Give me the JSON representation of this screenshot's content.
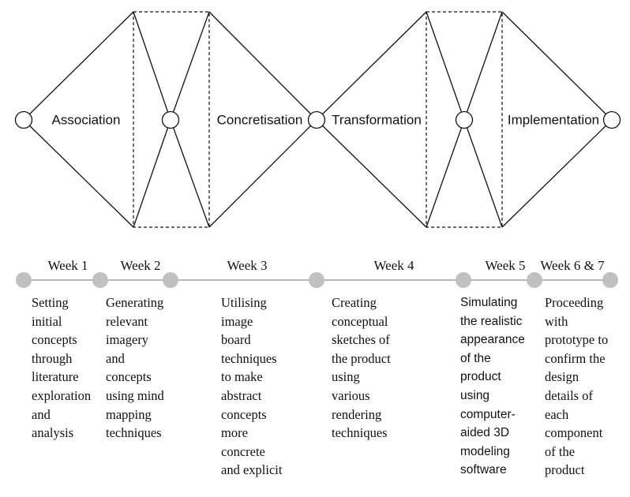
{
  "phases": {
    "association": "Association",
    "concretisation": "Concretisation",
    "transformation": "Transformation",
    "implementation": "Implementation"
  },
  "weeks": {
    "w1": "Week 1",
    "w2": "Week 2",
    "w3": "Week 3",
    "w4": "Week 4",
    "w5": "Week 5",
    "w6": "Week 6 & 7"
  },
  "descriptions": {
    "w1": "Setting\ninitial\nconcepts\nthrough\nliterature\nexploration\nand\nanalysis",
    "w2": "Generating\nrelevant\nimagery\nand\nconcepts\nusing mind\nmapping\ntechniques",
    "w3": "Utilising\nimage\nboard\ntechniques\nto make\nabstract\nconcepts\nmore\nconcrete\nand explicit",
    "w4": "Creating\nconceptual\nsketches of\nthe product\nusing\nvarious\nrendering\ntechniques",
    "w5": "Simulating\nthe realistic\nappearance\nof the\nproduct\nusing\ncomputer-\naided 3D\nmodeling\nsoftware",
    "w6": "Proceeding\nwith\nprototype to\nconfirm the\ndesign\ndetails of\neach\ncomponent\nof the\nproduct"
  },
  "colors": {
    "line": "#111111",
    "timeline": "#b8b8b8",
    "dot": "#c0c0c0"
  }
}
